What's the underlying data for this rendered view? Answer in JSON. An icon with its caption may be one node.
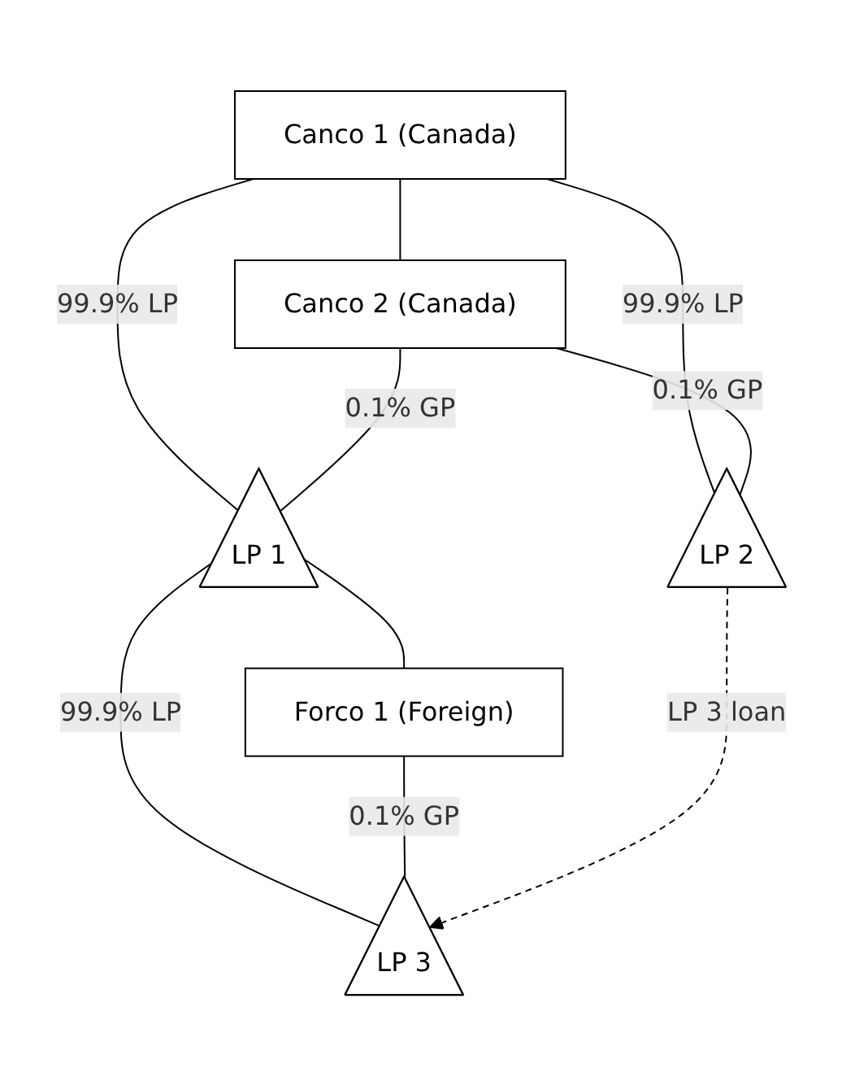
{
  "diagram": {
    "nodes": [
      {
        "text": [
          "Canco 1 (Canada)"
        ]
      },
      {
        "text": [
          "Canco 2 (Canada)"
        ]
      },
      {
        "text": [
          "LP 1"
        ]
      },
      {
        "text": [
          "LP 2"
        ]
      },
      {
        "text": [
          "Forco 1 (Foreign)"
        ]
      },
      {
        "text": [
          "LP 3"
        ]
      }
    ],
    "edges": [
      {
        "from": 0,
        "to": 1,
        "arrow": "none"
      },
      {
        "from": 0,
        "to": 2,
        "arrow": "none",
        "label": "99.9% LP"
      },
      {
        "from": 0,
        "to": 3,
        "arrow": "none",
        "label": "99.9% LP"
      },
      {
        "from": 1,
        "to": 2,
        "arrow": "none",
        "label": "0.1% GP"
      },
      {
        "from": 1,
        "to": 3,
        "arrow": "none",
        "label": "0.1% GP"
      },
      {
        "from": 2,
        "to": 4,
        "arrow": "none"
      },
      {
        "from": 2,
        "to": 5,
        "arrow": "none",
        "label": "99.9% LP"
      },
      {
        "from": 4,
        "to": 5,
        "arrow": "none",
        "label": "0.1% GP"
      },
      {
        "from": 3,
        "to": 5,
        "arrow": "to",
        "label": "LP 3 loan",
        "style": "dashed"
      }
    ]
  }
}
